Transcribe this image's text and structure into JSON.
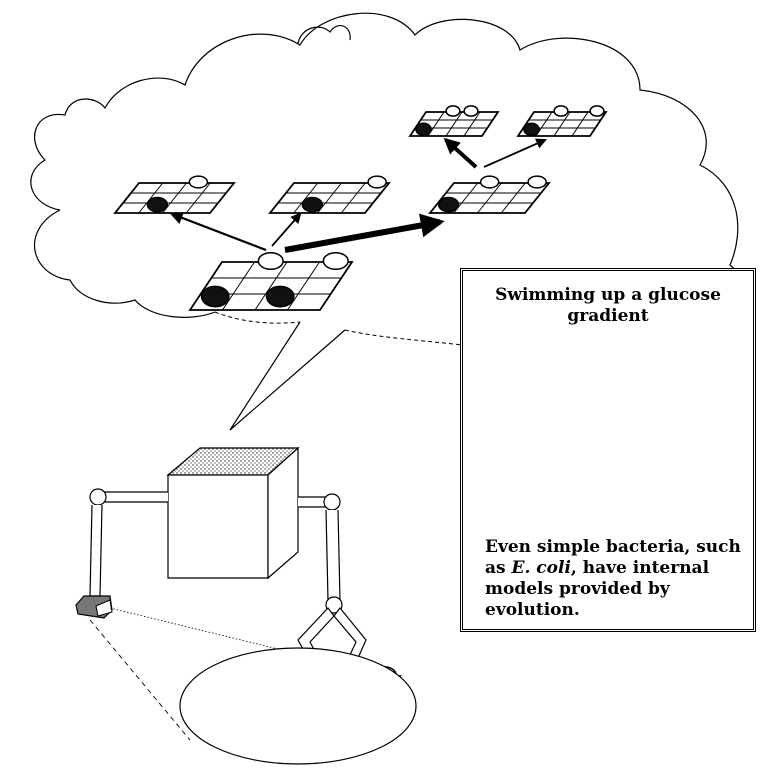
{
  "inset": {
    "title_line1": "Swimming up a glucose",
    "title_line2": "gradient",
    "caption_pre": "Even simple bacteria, such as ",
    "caption_species": "E. coli",
    "caption_post": ", have internal models provided by evolution."
  },
  "boards": {
    "root": {
      "light": [
        1,
        3
      ],
      "dark": [
        0,
        2
      ]
    },
    "child_left": {
      "light": [
        2
      ],
      "dark": [
        1
      ]
    },
    "child_mid": {
      "light": [
        3
      ],
      "dark": [
        1
      ]
    },
    "child_right": {
      "light": [
        1,
        3
      ],
      "dark": [
        0
      ]
    },
    "grand_left": {
      "light": [
        1,
        2
      ],
      "dark": [
        0
      ]
    },
    "grand_right": {
      "light": [
        1,
        3
      ],
      "dark": [
        0
      ]
    },
    "sensor": {
      "light": [
        1,
        3
      ],
      "dark": [
        0,
        2
      ]
    }
  }
}
